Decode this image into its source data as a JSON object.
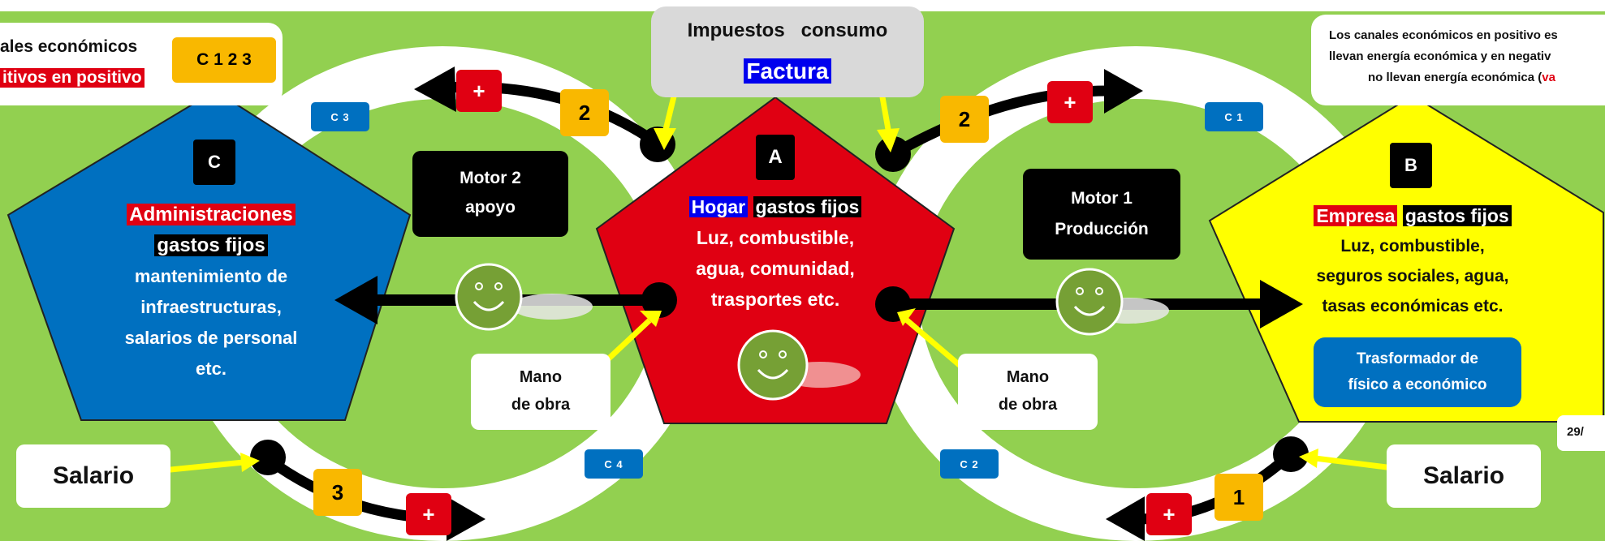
{
  "top_left_box": {
    "line1": "ales económicos",
    "line2": "itivos en positivo",
    "code": "C 1 2 3"
  },
  "top_right_note": {
    "line1": "Los canales económicos en positivo es",
    "line2": "llevan energía económica y en negativ",
    "line3_black": "no llevan energía económica (",
    "line3_red": "va"
  },
  "impuestos": {
    "label": "Impuestos   consumo",
    "factura": "Factura"
  },
  "nodes": {
    "a": {
      "letter": "A",
      "hl": "Hogar",
      "title": "gastos fijos",
      "lines": [
        "Luz, combustible,",
        "agua, comunidad,",
        "trasportes etc."
      ]
    },
    "b": {
      "letter": "B",
      "hl": "Empresa",
      "title": "gastos fijos",
      "lines": [
        "Luz, combustible,",
        "seguros sociales, agua,",
        "tasas económicas etc."
      ],
      "box_line1": "Trasformador de",
      "box_line2": "físico a económico"
    },
    "c": {
      "letter": "C",
      "hl": "Administraciones",
      "title": "gastos fijos",
      "lines": [
        "mantenimiento de",
        "infraestructuras,",
        "salarios de personal",
        "etc."
      ]
    }
  },
  "motors": {
    "m1": {
      "line1": "Motor 1",
      "line2": "Producción"
    },
    "m2": {
      "line1": "Motor 2",
      "line2": "apoyo"
    }
  },
  "mano_obra": {
    "line1": "Mano",
    "line2": "de obra"
  },
  "salario": "Salario",
  "channels": {
    "c1": "C 1",
    "c2": "C 2",
    "c3": "C 3",
    "c4": "C 4"
  },
  "numbers": {
    "n1": "1",
    "n2": "2",
    "n3": "3"
  },
  "plus": "+",
  "page_num": "29/",
  "colors": {
    "field": "#92d050",
    "red": "#e00012",
    "blue": "#0070c0",
    "yellow": "#ffff00",
    "orange": "#f9b800"
  }
}
